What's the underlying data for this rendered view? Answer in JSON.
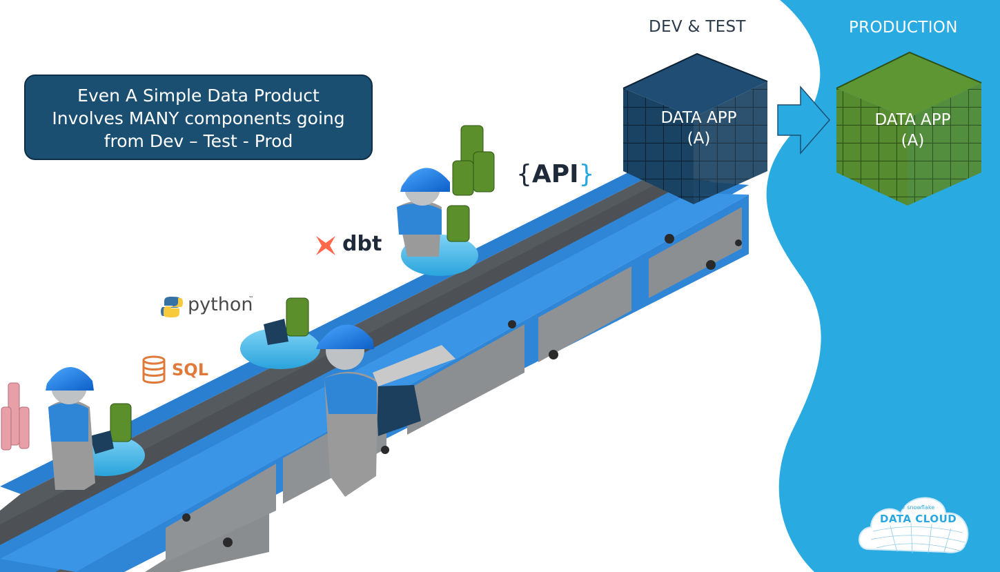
{
  "stages": {
    "dev_test": "DEV & TEST",
    "production": "PRODUCTION"
  },
  "callout": {
    "line1": "Even A Simple Data Product",
    "line2": "Involves MANY components going",
    "line3": "from Dev – Test - Prod"
  },
  "dev_cube": {
    "line1": "DATA APP",
    "line2": "(A)"
  },
  "prod_cube": {
    "line1": "DATA APP",
    "line2": "(A)"
  },
  "logos": {
    "api": {
      "left_brace": "{",
      "text": "API",
      "right_brace": "}"
    },
    "dbt": "dbt",
    "python": "python",
    "python_tm": "™",
    "sql": "SQL"
  },
  "badge": {
    "brand": "❄ snowflake",
    "title": "DATA CLOUD"
  },
  "colors": {
    "callout_bg": "#1b4f72",
    "dev_cube": "#163a56",
    "prod_cube": "#4f7d2a",
    "production_bg": "#29abe2",
    "conveyor_frame": "#2f86d6",
    "belt": "#5a5a5a",
    "dbt_orange": "#ff694b",
    "sql_orange": "#e07a3a"
  },
  "icons": [
    "api-icon",
    "dbt-icon",
    "python-icon",
    "sql-database-icon",
    "snowflake-cloud-icon",
    "arrow-right-icon"
  ]
}
